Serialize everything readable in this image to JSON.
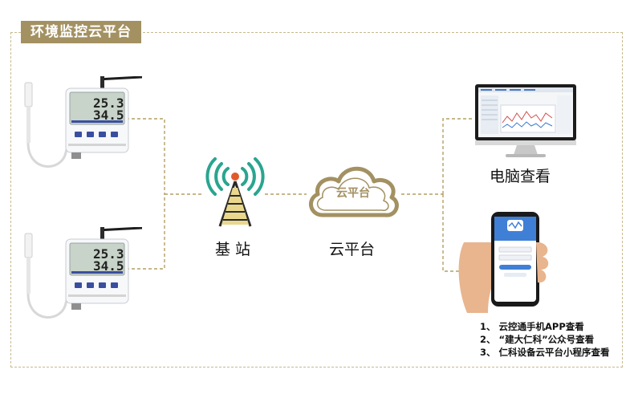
{
  "title": "环境监控云平台",
  "base_station_label": "基 站",
  "cloud_inner_label": "云平台",
  "cloud_label": "云平台",
  "computer_label": "电脑查看",
  "device_display": {
    "temperature": "25.3",
    "humidity": "34.5"
  },
  "notes": [
    "1、 云控通手机APP查看",
    "2、 “建大仁科”公众号查看",
    "3、 仁科设备云平台小程序查看"
  ],
  "colors": {
    "accent": "#a39162",
    "dash": "#b39f63",
    "frame": "#c7b98c",
    "tower_green": "#2aa58f",
    "tower_yellow": "#e9d88c"
  }
}
